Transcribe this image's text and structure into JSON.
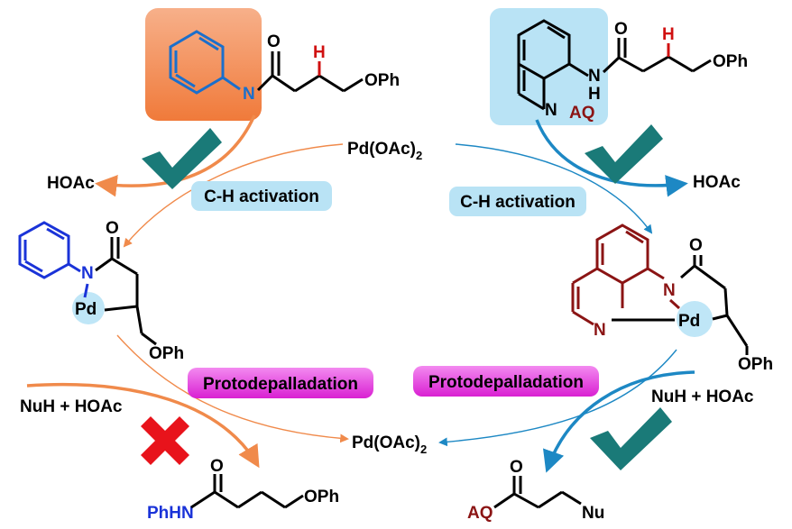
{
  "colors": {
    "orange": "#f08a4b",
    "blue_arrow": "#1d88c4",
    "check_green": "#1a7a78",
    "cross_red": "#e8131b",
    "pink_fill": "#ee3be6",
    "light_blue_box": "#b9e3f5",
    "phenyl_blue": "#1a33d8",
    "aq_red": "#8b1414",
    "hydrogen_red": "#d01010",
    "pd_circle": "#bfe6f7"
  },
  "left_substrate": {
    "N": "N",
    "O": "O",
    "H": "H",
    "OPh": "OPh"
  },
  "right_substrate": {
    "N_top": "N",
    "H_nh": "H",
    "N_ring": "N",
    "O": "O",
    "H": "H",
    "OPh": "OPh",
    "AQ": "AQ"
  },
  "catalyst_top": {
    "text": "Pd(OAc)",
    "sub": "2"
  },
  "catalyst_bottom": {
    "text": "Pd(OAc)",
    "sub": "2"
  },
  "hoac_left": "HOAc",
  "hoac_right": "HOAc",
  "ch_activation_left": "C-H activation",
  "ch_activation_right": "C-H activation",
  "left_palladacycle": {
    "N": "N",
    "O": "O",
    "Pd": "Pd",
    "OPh": "OPh"
  },
  "right_palladacycle": {
    "N1": "N",
    "N2": "N",
    "O": "O",
    "Pd": "Pd",
    "OPh": "OPh"
  },
  "protodepalladation_left": "Protodepalladation",
  "protodepalladation_right": "Protodepalladation",
  "nuh_left": "NuH + HOAc",
  "nuh_right": "NuH + HOAc",
  "left_product": {
    "PhHN": "PhHN",
    "O": "O",
    "OPh": "OPh"
  },
  "right_product": {
    "AQ": "AQ",
    "O": "O",
    "Nu": "Nu"
  }
}
